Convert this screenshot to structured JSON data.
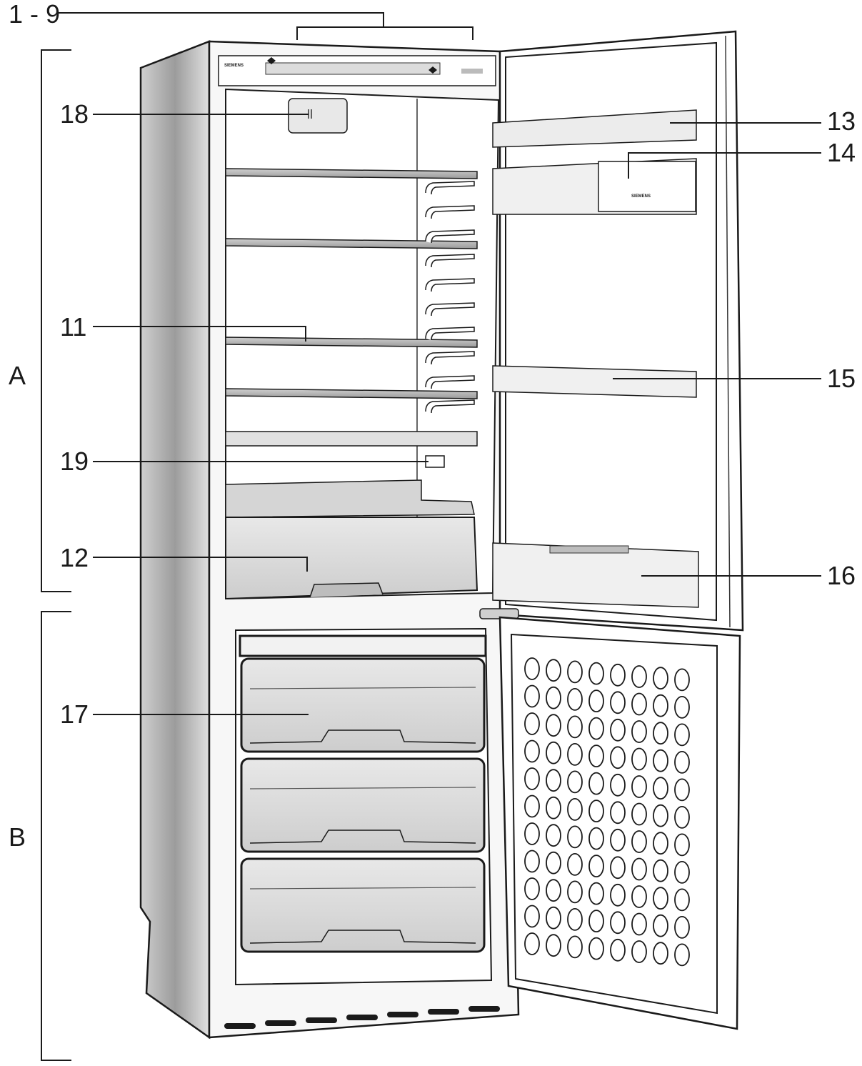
{
  "callouts": {
    "c1_9": "1 - 9",
    "c18": "18",
    "c13": "13",
    "c14": "14",
    "c11": "11",
    "c15": "15",
    "c19": "19",
    "c12": "12",
    "c16": "16",
    "c17": "17"
  },
  "sections": {
    "a": "A",
    "b": "B"
  },
  "brand": {
    "panel_logo": "SIEMENS",
    "door_logo": "SIEMENS"
  },
  "colors": {
    "line": "#1a1a1a",
    "panel_gray": "#d6d6d6",
    "light_gray": "#ececec",
    "side_dark": "#b8b8b8",
    "door_white": "#ffffff"
  }
}
